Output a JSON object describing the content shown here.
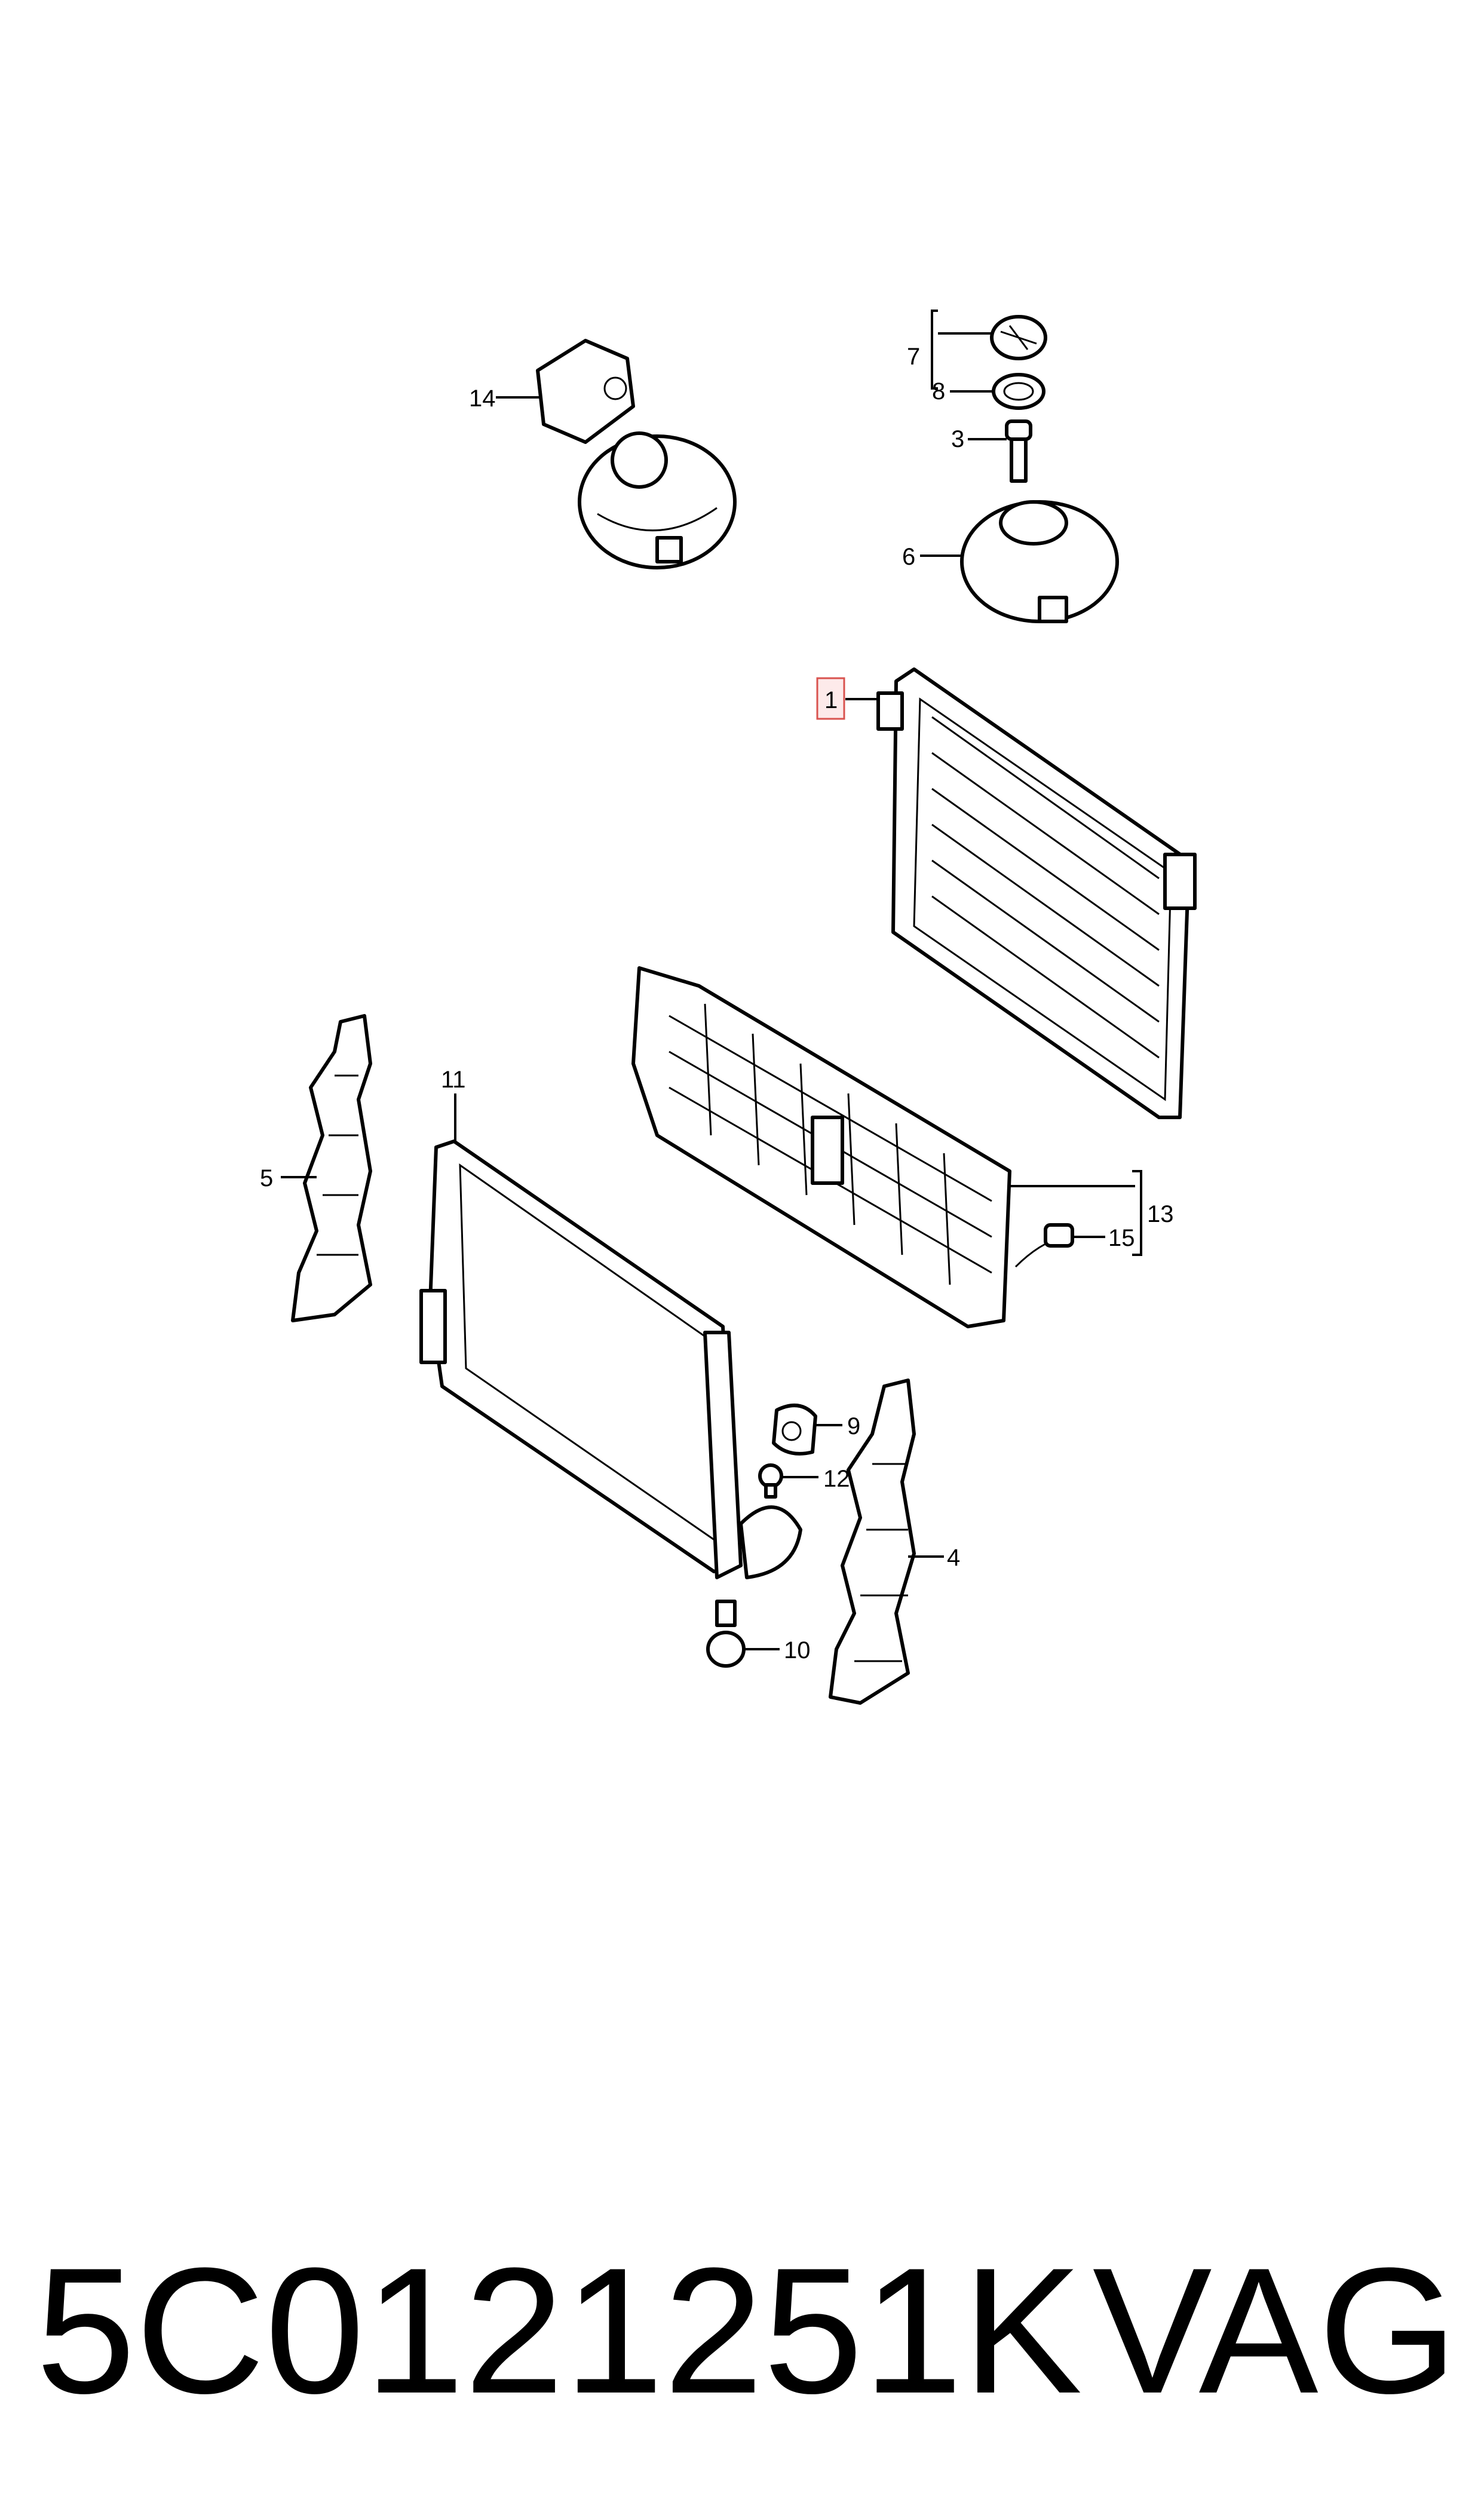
{
  "callouts": {
    "c1": "1",
    "c3": "3",
    "c4": "4",
    "c5": "5",
    "c6": "6",
    "c7": "7",
    "c8": "8",
    "c9": "9",
    "c10": "10",
    "c11": "11",
    "c12": "12",
    "c13": "13",
    "c14": "14",
    "c15": "15"
  },
  "highlight_color": "#d9534f",
  "caption": {
    "part_number": "5C0121251K",
    "brand": "VAG"
  }
}
